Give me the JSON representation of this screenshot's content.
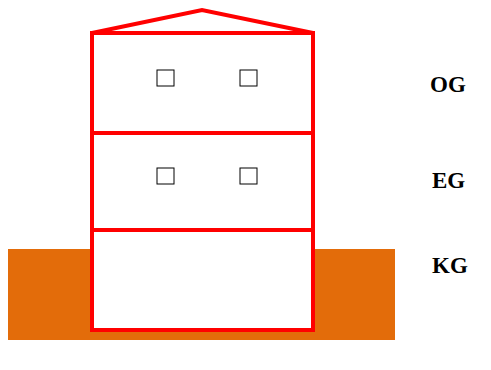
{
  "diagram": {
    "labels": [
      "OG",
      "EG",
      "KG"
    ]
  }
}
